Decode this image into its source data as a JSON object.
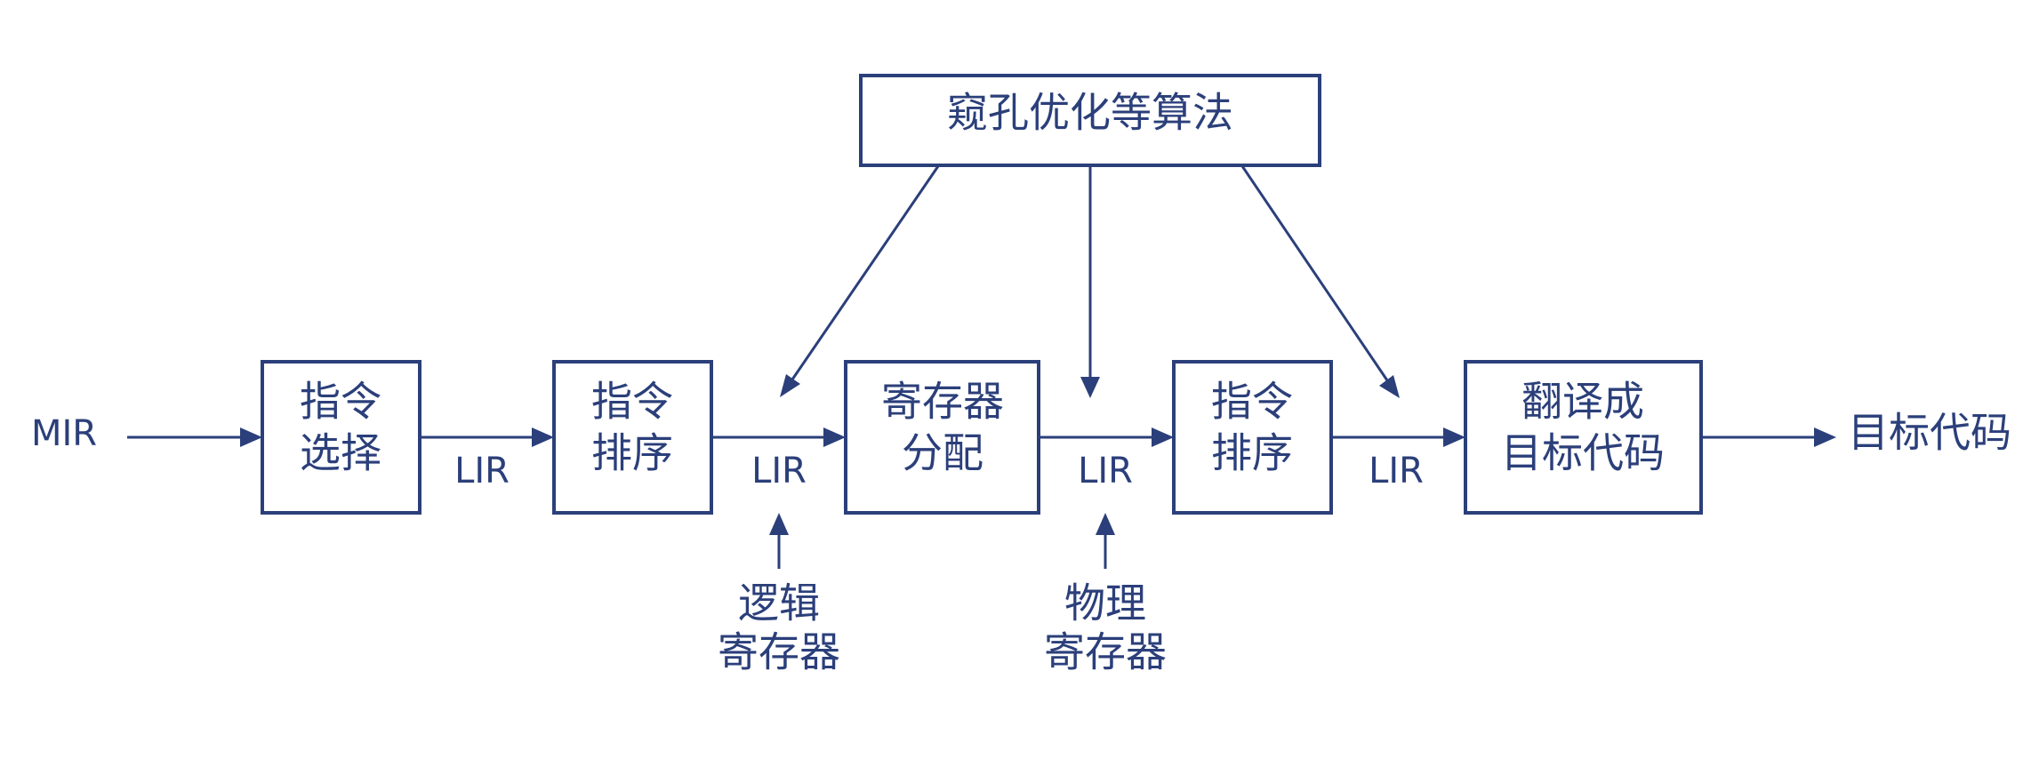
{
  "colors": {
    "stroke": "#2b3f7a",
    "background": "#ffffff"
  },
  "nodes": {
    "peephole": "窥孔优化等算法",
    "select": [
      "指令",
      "选择"
    ],
    "sched1": [
      "指令",
      "排序"
    ],
    "regalloc": [
      "寄存器",
      "分配"
    ],
    "sched2": [
      "指令",
      "排序"
    ],
    "translate": [
      "翻译成",
      "目标代码"
    ]
  },
  "labels": {
    "input": "MIR",
    "lir1": "LIR",
    "lir2": "LIR",
    "lir3": "LIR",
    "lir4": "LIR",
    "output": "目标代码",
    "logical_regs": [
      "逻辑",
      "寄存器"
    ],
    "physical_regs": [
      "物理",
      "寄存器"
    ]
  }
}
